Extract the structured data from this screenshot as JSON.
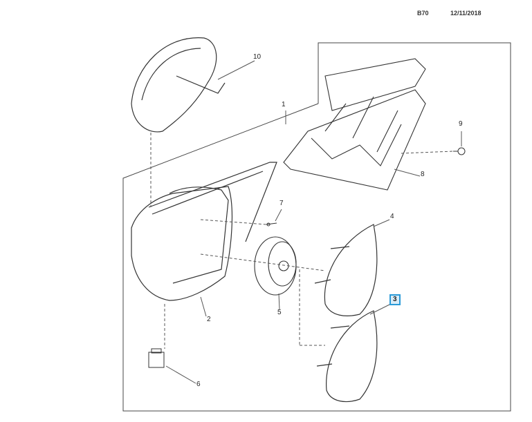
{
  "header": {
    "code": "B70",
    "date": "12/11/2018"
  },
  "callouts": {
    "c1": "1",
    "c2": "2",
    "c3": "3",
    "c4": "4",
    "c5": "5",
    "c6": "6",
    "c7": "7",
    "c8": "8",
    "c9": "9",
    "c10": "10"
  },
  "selected_callout": "3",
  "colors": {
    "highlight_border": "#2a9ad8",
    "highlight_fill": "#d8ecf8",
    "line": "#333333"
  }
}
